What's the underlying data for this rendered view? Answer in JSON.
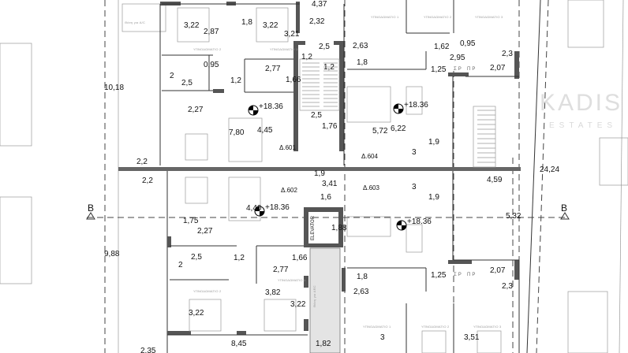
{
  "drawing": {
    "type": "architectural floor plan",
    "section_marker": "B",
    "elevation_label": "+18.36",
    "elevator_label": "ELEVATOR",
    "watermark": "KADIS ESTATES",
    "ac_label": "Θέση για A/C",
    "shaft_label": "Θέση για ARC",
    "wc_labels": [
      "Σ Ρ",
      "Π Ρ"
    ],
    "rooms": [
      "ΥΠΝΟΔΩΜΑΤΙΟ 1",
      "ΥΠΝΟΔΩΜΑΤΙΟ 2",
      "ΥΠΝΟΔΩΜΑΤΙΟ 3"
    ],
    "apartments": [
      "Δ.601",
      "Δ.602",
      "Δ.603",
      "Δ.604"
    ],
    "dimensions": [
      "3,22",
      "2,87",
      "1,8",
      "3,22",
      "3,21",
      "4,37",
      "2,32",
      "0,95",
      "2",
      "2,5",
      "1,2",
      "2,77",
      "1,66",
      "2,5",
      "1,2",
      "1,2",
      "2,63",
      "1,8",
      "2,27",
      "7,80",
      "4,45",
      "2,5",
      "1,76",
      "10,18",
      "2,2",
      "1,9",
      "3,41",
      "0,95",
      "1,62",
      "2,95",
      "2,3",
      "1,25",
      "2,07",
      "6,22",
      "5,72",
      "1,9",
      "3",
      "24,24",
      "2,2",
      "1,6",
      "4,40",
      "1,75",
      "2,27",
      "1,88",
      "9,88",
      "2,5",
      "2",
      "1,2",
      "1,66",
      "2,77",
      "3,82",
      "3,22",
      "3,22",
      "8,45",
      "1,82",
      "2,35",
      "3",
      "1,9",
      "4,59",
      "5,32",
      "1,8",
      "1,25",
      "2,07",
      "2,3",
      "2,63",
      "3",
      "3,51"
    ]
  }
}
